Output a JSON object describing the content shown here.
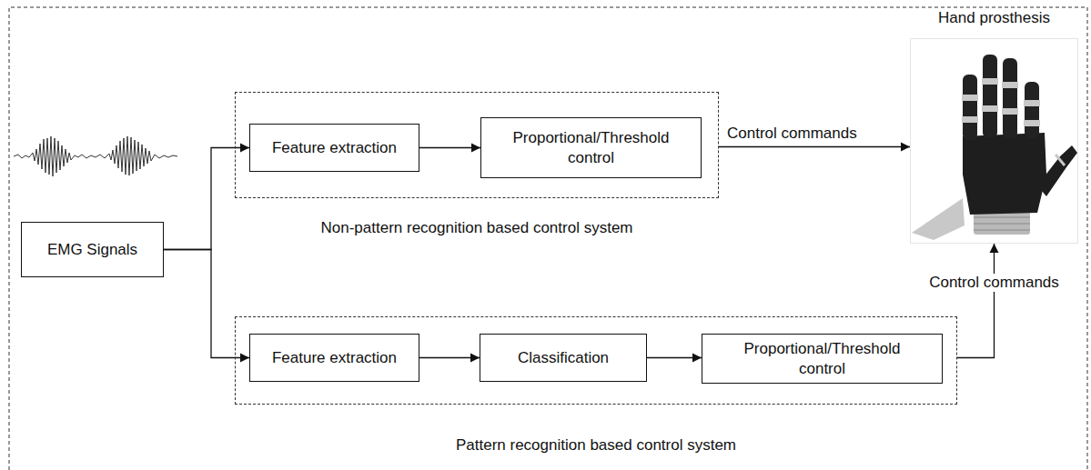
{
  "diagram": {
    "nodes": [
      {
        "text": [
          "EMG Signals"
        ]
      },
      {
        "text": [
          "Non-pattern recognition based control system"
        ]
      },
      {
        "text": [
          "Feature extraction"
        ],
        "in": 1
      },
      {
        "text": [
          "Proportional/Threshold control"
        ],
        "in": 1
      },
      {
        "text": [
          "Hand prosthesis"
        ]
      },
      {
        "text": [
          "Pattern recognition based control system"
        ]
      },
      {
        "text": [
          "Feature extraction"
        ],
        "in": 5
      },
      {
        "text": [
          "Classification"
        ],
        "in": 5
      },
      {
        "text": [
          "Proportional/Threshold control"
        ],
        "in": 5
      }
    ],
    "edges": [
      {
        "from": 0,
        "to": 2,
        "arrow": "to"
      },
      {
        "from": 0,
        "to": 6,
        "arrow": "to"
      },
      {
        "from": 2,
        "to": 3,
        "arrow": "to"
      },
      {
        "from": 6,
        "to": 7,
        "arrow": "to"
      },
      {
        "from": 7,
        "to": 8,
        "arrow": "to"
      },
      {
        "from": 1,
        "to": 4,
        "label": "Control commands",
        "arrow": "to"
      },
      {
        "from": 5,
        "to": 4,
        "label": "Control commands",
        "arrow": "to"
      }
    ]
  }
}
